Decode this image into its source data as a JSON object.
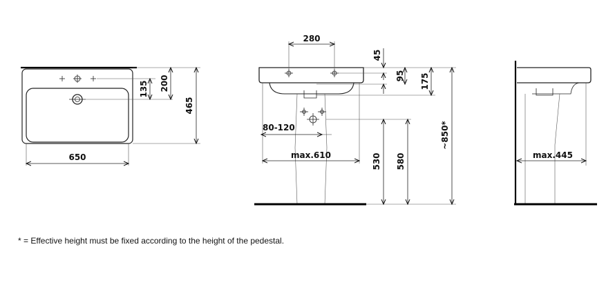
{
  "footnote": "* = Effective height must be fixed according to the height of the pedestal.",
  "top_view": {
    "width": "650",
    "depth": "465",
    "tap_hole_offset": "200",
    "drain_offset": "135"
  },
  "front_view": {
    "tap_spacing": "280",
    "rim_height": "45",
    "tap_to_top": "95",
    "basin_depth": "175",
    "connection_range": "80-120",
    "pedestal_width": "max.610",
    "pedestal_height": "530",
    "waste_height": "580",
    "total_height": "~850*"
  },
  "side_view": {
    "pedestal_depth": "max.445"
  }
}
